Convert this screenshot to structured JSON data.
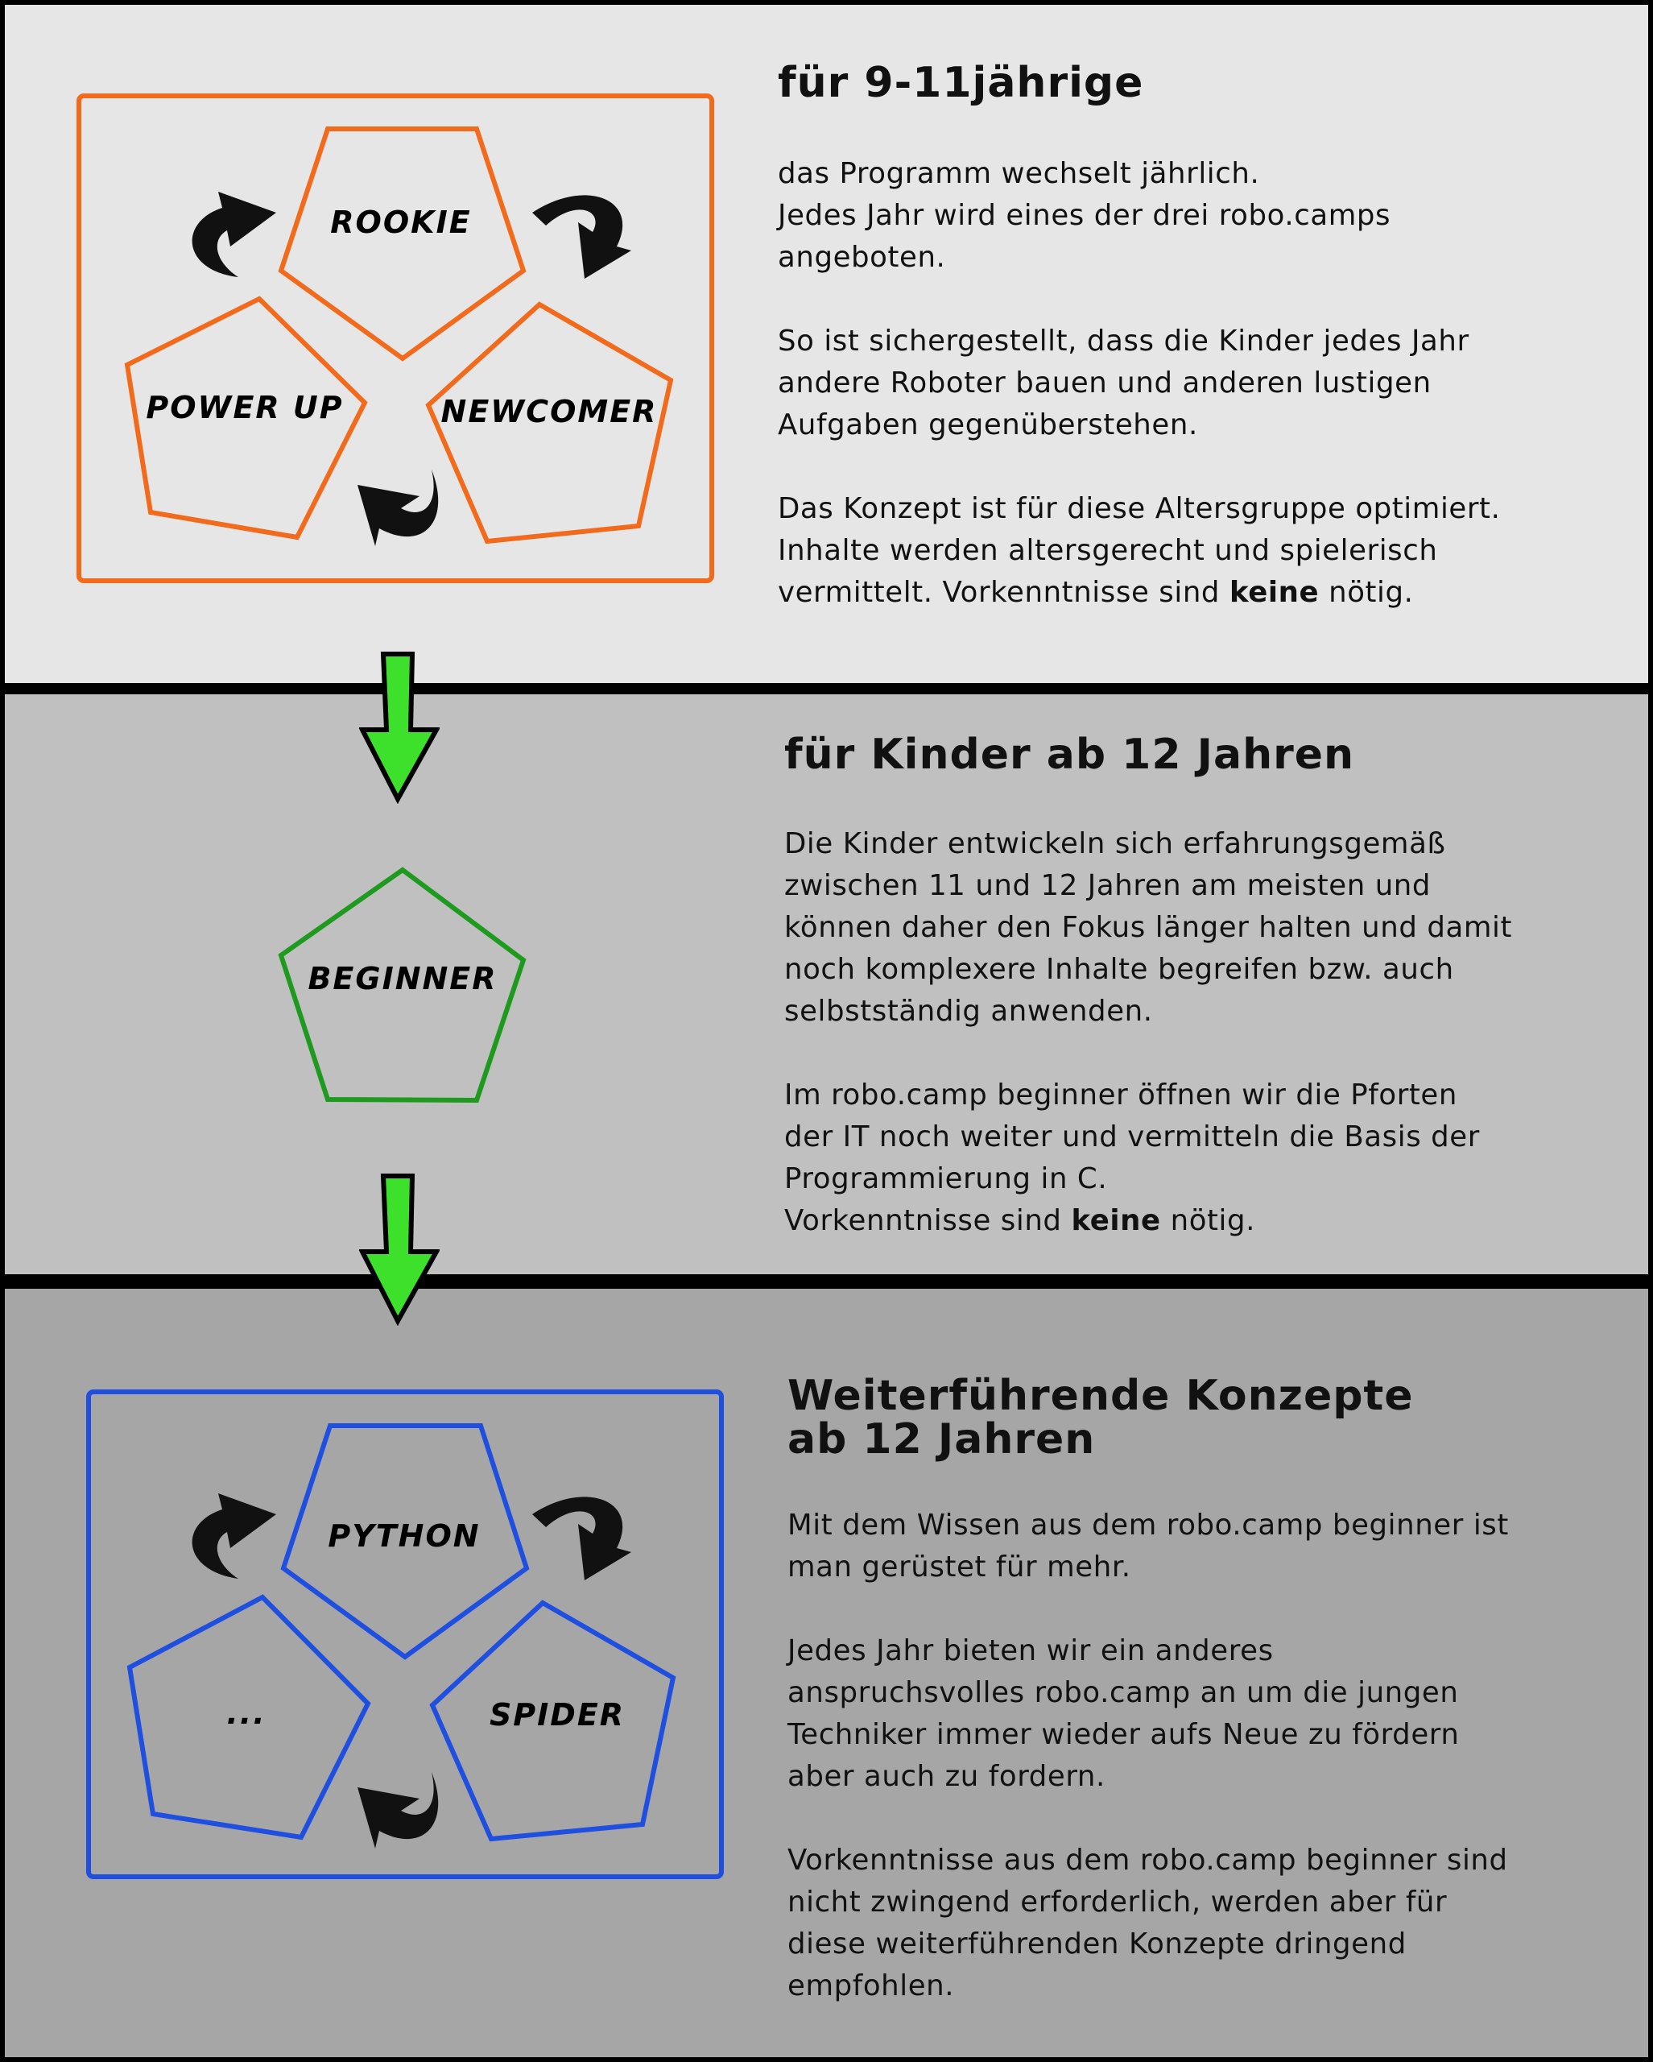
{
  "sections": [
    {
      "heading": "für 9-11jährige",
      "paragraphs": [
        "das Programm wechselt jährlich.\nJedes Jahr wird eines der drei robo.camps\nangeboten.",
        "So ist sichergestellt, dass die Kinder jedes Jahr\nandere Roboter bauen und anderen lustigen\nAufgaben gegenüberstehen."
      ],
      "last_para_before": "Das Konzept ist für diese Altersgruppe optimiert.\nInhalte werden altersgerecht und spielerisch\nvermittelt. Vorkenntnisse sind ",
      "last_para_bold": "keine",
      "last_para_after": " nötig.",
      "cycle": {
        "top": "ROOKIE",
        "left": "POWER UP",
        "right": "NEWCOMER"
      },
      "color": "#f26b1d",
      "background": "#e6e6e6"
    },
    {
      "heading": "für Kinder ab 12 Jahren",
      "paragraphs": [
        "Die Kinder entwickeln sich erfahrungsgemäß\nzwischen 11 und 12 Jahren am meisten und\nkönnen daher den Fokus länger halten und damit\nnoch komplexere Inhalte begreifen bzw. auch\nselbstständig anwenden."
      ],
      "last_para_before": "Im robo.camp beginner öffnen wir die Pforten\nder IT noch weiter und vermitteln die Basis der\nProgrammierung in C.\nVorkenntnisse sind ",
      "last_para_bold": "keine",
      "last_para_after": " nötig.",
      "single": "BEGINNER",
      "color": "#1e9a1e",
      "background": "#c0c0c0"
    },
    {
      "heading": "Weiterführende Konzepte\nab 12 Jahren",
      "paragraphs": [
        "Mit dem Wissen aus dem robo.camp beginner ist\nman gerüstet für mehr.",
        "Jedes Jahr bieten wir ein anderes\nanspruchsvolles robo.camp an um die jungen\nTechniker immer wieder aufs Neue zu fördern\naber auch zu fordern.",
        "Vorkenntnisse aus dem robo.camp beginner sind\nnicht zwingend erforderlich, werden aber für\ndiese weiterführenden Konzepte dringend\nempfohlen."
      ],
      "cycle": {
        "top": "PYTHON",
        "left": "...",
        "right": "SPIDER"
      },
      "color": "#1f4fe0",
      "background": "#a6a6a6"
    }
  ],
  "arrow_color": "#3de02a"
}
